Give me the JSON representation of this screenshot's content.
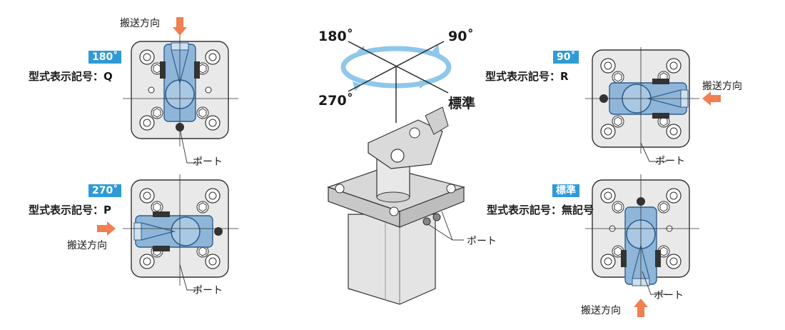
{
  "colors": {
    "part_blue": "#8fb6d8",
    "part_stroke": "#2f5f8e",
    "arrow_orange": "#f07f52",
    "tag_blue": "#2f9bd6",
    "ring_blue": "#8ec7ea",
    "plate_gray": "#e9e9e9"
  },
  "rotation": {
    "deg_180": "180˚",
    "deg_90": "90˚",
    "deg_270": "270˚",
    "standard": "標準"
  },
  "views": {
    "v180": {
      "tag": "180˚",
      "model": "型式表示記号：Q",
      "direction": "搬送方向",
      "port": "ポート"
    },
    "v270": {
      "tag": "270˚",
      "model": "型式表示記号：P",
      "direction": "搬送方向",
      "port": "ポート"
    },
    "v90": {
      "tag": "90˚",
      "model": "型式表示記号：R",
      "direction": "搬送方向",
      "port": "ポート"
    },
    "vstd": {
      "tag": "標準",
      "model": "型式表示記号：無記号",
      "direction": "搬送方向",
      "port": "ポート"
    }
  },
  "center": {
    "port": "ポート"
  }
}
